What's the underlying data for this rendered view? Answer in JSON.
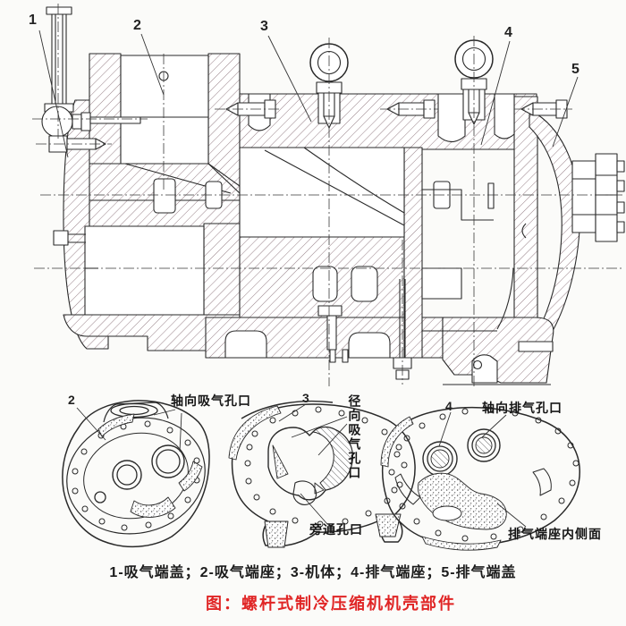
{
  "diagram": {
    "callouts": [
      "1",
      "2",
      "3",
      "4",
      "5"
    ]
  },
  "detail_views": {
    "suction_seat": {
      "number": "2",
      "axial_port_label": "轴向吸气孔口"
    },
    "body": {
      "number": "3",
      "radial_port_label": "径向吸气孔口",
      "bypass_port_label": "旁通孔口"
    },
    "discharge_seat": {
      "number": "4",
      "axial_port_label": "轴向排气孔口",
      "inner_face_label": "排气端座内侧面"
    }
  },
  "legend": "1-吸气端盖；2-吸气端座；3-机体；4-排气端座；5-排气端盖",
  "caption": "图：螺杆式制冷压缩机机壳部件",
  "colors": {
    "caption_red": "#e02525",
    "line": "#2a2a2a",
    "hatch": "#8a7078"
  }
}
